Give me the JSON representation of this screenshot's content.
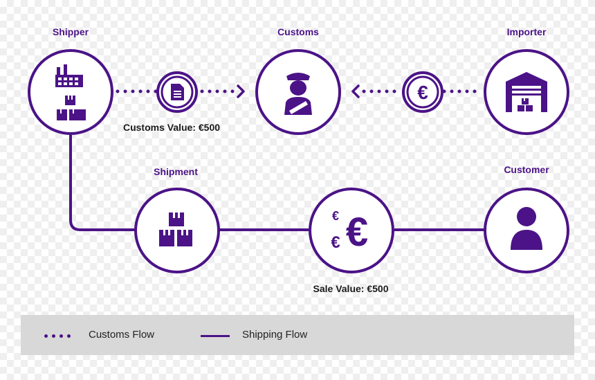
{
  "colors": {
    "purple": "#4b1387",
    "legend_bg": "#d8d8d8",
    "text_dark": "#1a1a1a"
  },
  "nodes": {
    "shipper": {
      "title": "Shipper",
      "icon": "factory-with-boxes-icon"
    },
    "customs": {
      "title": "Customs",
      "icon": "customs-officer-icon"
    },
    "importer": {
      "title": "Importer",
      "icon": "warehouse-icon"
    },
    "shipment": {
      "title": "Shipment",
      "icon": "boxes-icon"
    },
    "sale": {
      "icon": "euro-coins-icon"
    },
    "customer": {
      "title": "Customer",
      "icon": "person-icon"
    }
  },
  "connectors": {
    "document": {
      "icon": "document-icon"
    },
    "euro": {
      "icon": "euro-icon",
      "symbol": "€"
    }
  },
  "labels": {
    "customs_value": "Customs Value: €500",
    "sale_value": "Sale Value: €500"
  },
  "legend": {
    "customs_flow": "Customs Flow",
    "shipping_flow": "Shipping Flow"
  }
}
